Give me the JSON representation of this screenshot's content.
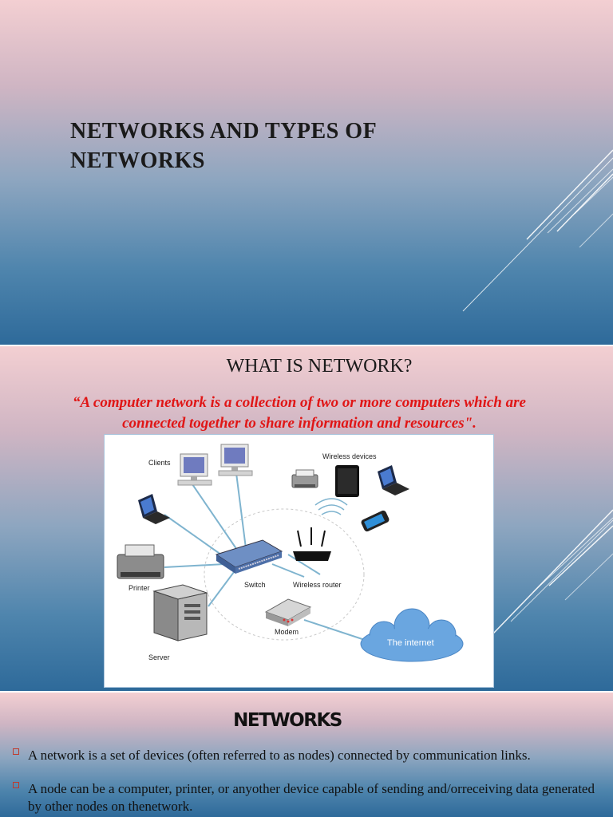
{
  "slide1": {
    "title_line1": "NETWORKS AND TYPES OF",
    "title_line2": "NETWORKS"
  },
  "slide2": {
    "heading": "WHAT IS NETWORK?",
    "quote_line1": "“A computer network is a collection of two or more computers which are",
    "quote_line2": "connected together to share     information and resources\".",
    "diagram": {
      "labels": {
        "clients": "Clients",
        "wireless_devices": "Wireless devices",
        "printer": "Printer",
        "server": "Server",
        "switch": "Switch",
        "wireless_router": "Wireless router",
        "modem": "Modem",
        "internet": "The internet"
      }
    }
  },
  "slide3": {
    "heading": "NETWORKS",
    "bullets": [
      "A network is a set of devices (often referred to as     nodes)  connected by communication links.",
      "A node can be a computer, printer, or anyother device capable of sending and/orreceiving data generated by other nodes on thenetwork."
    ]
  },
  "colors": {
    "quote": "#e01616",
    "gradient_top": "#f3cfd2",
    "gradient_bottom": "#2e6a9a",
    "bullet_marker": "#c0392b"
  }
}
